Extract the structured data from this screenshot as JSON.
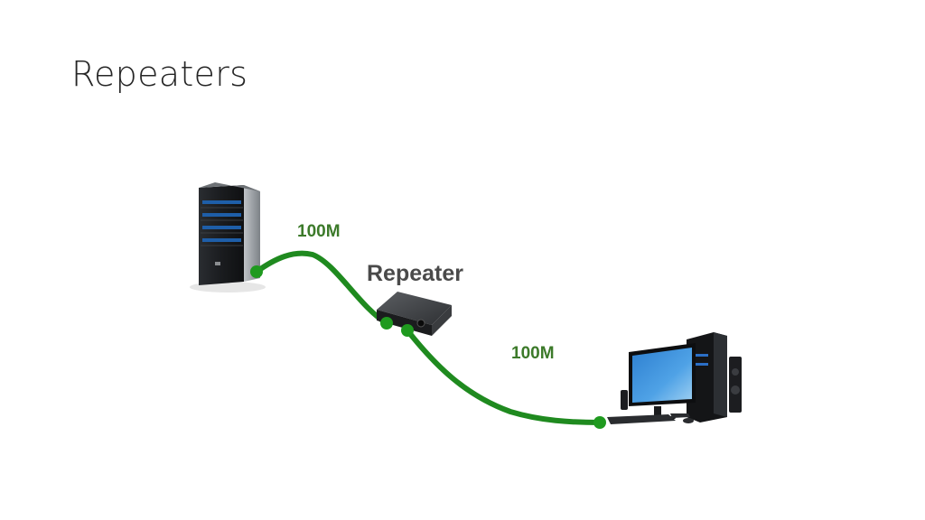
{
  "slide": {
    "title": "Repeaters"
  },
  "diagram": {
    "link1_label": "100M",
    "repeater_label": "Repeater",
    "link2_label": "100M",
    "nodes": [
      {
        "name": "server",
        "icon": "server-icon"
      },
      {
        "name": "repeater",
        "icon": "repeater-device-icon"
      },
      {
        "name": "computer",
        "icon": "desktop-computer-icon"
      }
    ],
    "colors": {
      "cable": "#1f8a1f",
      "link_label": "#3c7a2a",
      "repeater_label": "#4a4a4a"
    }
  }
}
